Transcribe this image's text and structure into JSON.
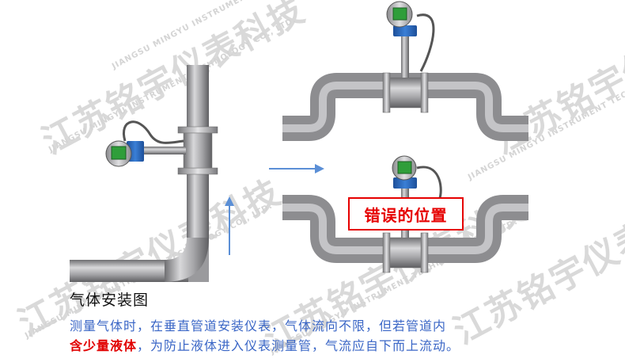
{
  "watermark": {
    "company_cn": "江苏铭宇仪表科技",
    "company_en": "JIANGSU MINGYU INSTRUMENT TECHNOLOGY CO., LTD."
  },
  "error_label": "错误的位置",
  "title": "气体安装图",
  "description": {
    "line1": "测量气体时，在垂直管道安装仪表，气体流向不限，但若管道内",
    "line2_highlight": "含少量液体",
    "line2_rest": "，为防止液体进入仪表测量管，气流应自下而上流动。"
  },
  "colors": {
    "pipe": "#a3a3a6",
    "arrow": "#5b8fd6",
    "error": "#e60000",
    "transmitter_blue": "#2d6fc7",
    "display": "#2f9e3a"
  }
}
